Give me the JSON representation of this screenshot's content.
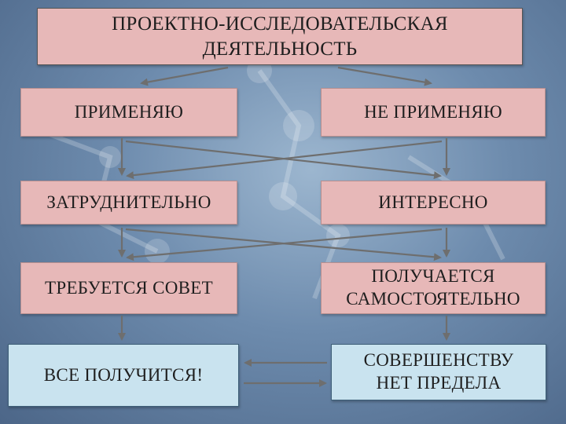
{
  "title": "ПРОЕКТНО-ИССЛЕДОВАТЕЛЬСКАЯ ДЕЯТЕЛЬНОСТЬ",
  "nodes": {
    "apply": "ПРИМЕНЯЮ",
    "not_apply": "НЕ ПРИМЕНЯЮ",
    "difficult": "ЗАТРУДНИТЕЛЬНО",
    "interesting": "ИНТЕРЕСНО",
    "need_advice": "ТРЕБУЕТСЯ СОВЕТ",
    "independent": "ПОЛУЧАЕТСЯ САМОСТОЯТЕЛЬНО",
    "all_will_work": "ВСЕ ПОЛУЧИТСЯ!",
    "no_limit": "СОВЕРШЕНСТВУ НЕТ ПРЕДЕЛА"
  },
  "colors": {
    "pink_box": "#e7b8b8",
    "blue_box": "#c9e3ef",
    "arrow": "#6e6e6e"
  }
}
